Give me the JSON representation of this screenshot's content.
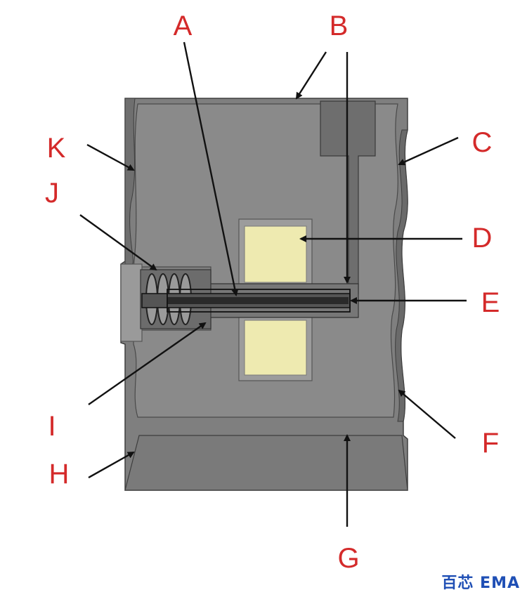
{
  "labels": {
    "a": "A",
    "b": "B",
    "c": "C",
    "d": "D",
    "e": "E",
    "f": "F",
    "g": "G",
    "h": "H",
    "i": "I",
    "j": "J",
    "k": "K"
  },
  "watermark": "百芯 EMA",
  "colors": {
    "label_red": "#d42a2a",
    "body_gray": "#808080",
    "pad_yellow": "#eeeab0",
    "background": "#ffffff"
  }
}
